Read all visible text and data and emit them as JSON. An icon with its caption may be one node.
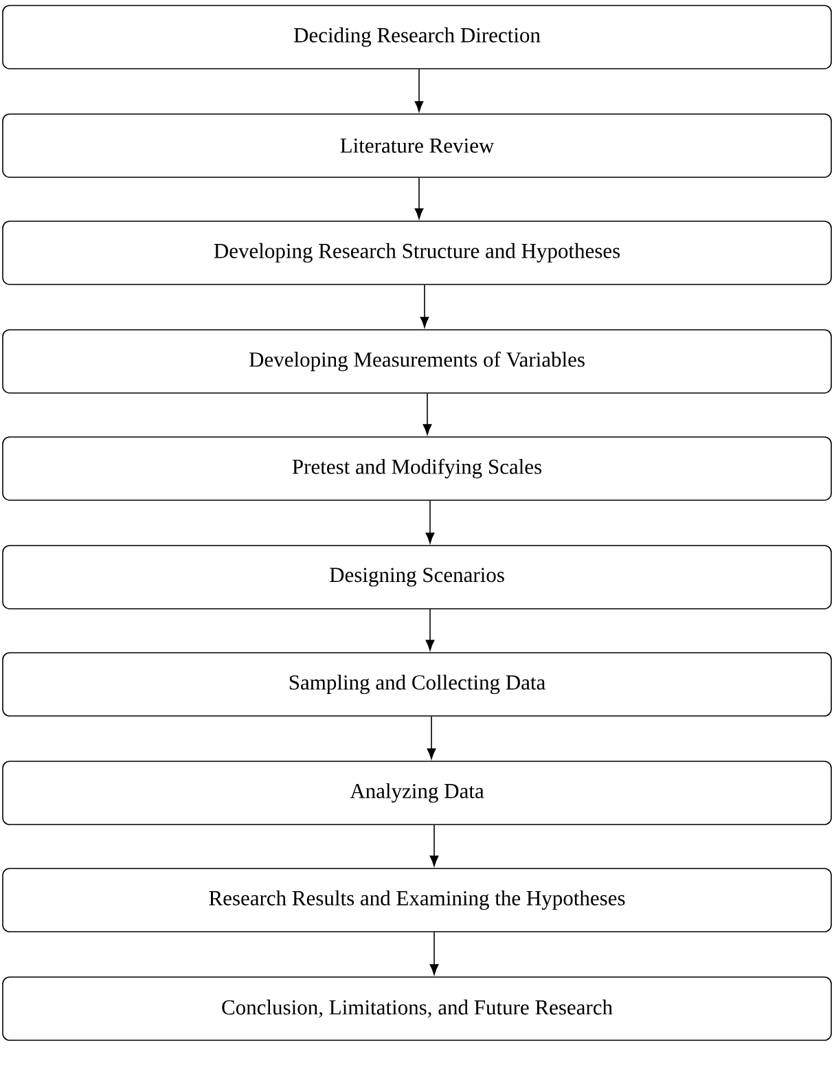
{
  "diagram": {
    "nodes": [
      {
        "text": [
          "Deciding Research Direction"
        ]
      },
      {
        "text": [
          "Literature Review"
        ]
      },
      {
        "text": [
          "Developing Research Structure and Hypotheses"
        ]
      },
      {
        "text": [
          "Developing Measurements of Variables"
        ]
      },
      {
        "text": [
          "Pretest and Modifying Scales"
        ]
      },
      {
        "text": [
          "Designing Scenarios"
        ]
      },
      {
        "text": [
          "Sampling and Collecting Data"
        ]
      },
      {
        "text": [
          "Analyzing Data"
        ]
      },
      {
        "text": [
          "Research Results and Examining the Hypotheses"
        ]
      },
      {
        "text": [
          "Conclusion, Limitations, and Future Research"
        ]
      }
    ],
    "edges": [
      {
        "from": 0,
        "to": 1,
        "arrow": "to"
      },
      {
        "from": 1,
        "to": 2,
        "arrow": "to"
      },
      {
        "from": 2,
        "to": 3,
        "arrow": "to"
      },
      {
        "from": 3,
        "to": 4,
        "arrow": "to"
      },
      {
        "from": 4,
        "to": 5,
        "arrow": "to"
      },
      {
        "from": 5,
        "to": 6,
        "arrow": "to"
      },
      {
        "from": 6,
        "to": 7,
        "arrow": "to"
      },
      {
        "from": 7,
        "to": 8,
        "arrow": "to"
      },
      {
        "from": 8,
        "to": 9,
        "arrow": "to"
      }
    ]
  }
}
